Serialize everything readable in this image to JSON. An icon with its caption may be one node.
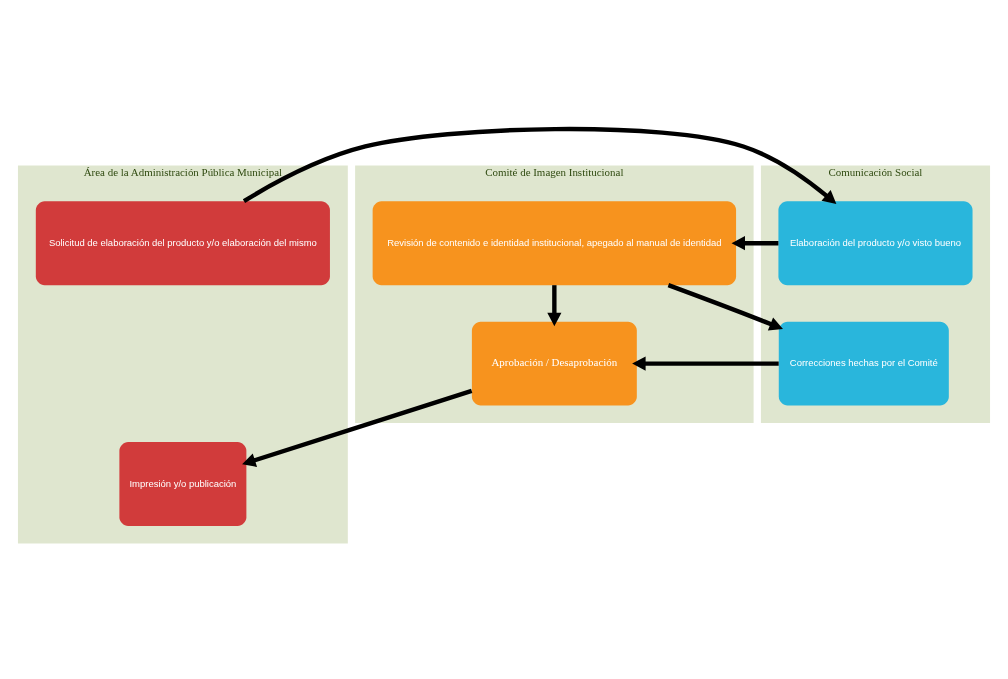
{
  "diagram": {
    "nodes": [
      {
        "text": [
          "Área de la Administración Pública Municipal"
        ]
      },
      {
        "text": [
          "Comunicación Social"
        ]
      },
      {
        "text": [
          "Comité de Imagen Institucional"
        ]
      },
      {
        "text": [
          "Solicitud de elaboración del producto y/o elaboración del mismo"
        ],
        "in": 0
      },
      {
        "text": [
          "Elaboración del producto y/o visto bueno"
        ],
        "in": 1
      },
      {
        "text": [
          "Revisión de contenido e identidad institucional, apegado al manual de identidad"
        ],
        "in": 2
      },
      {
        "text": [
          "Correcciones hechas por el Comité"
        ],
        "in": 1
      },
      {
        "text": [
          "Aprobación / Desaprobación"
        ],
        "in": 2
      },
      {
        "text": [
          "Impresión y/o publicación"
        ],
        "in": 0
      }
    ],
    "edges": [
      {
        "from": 3,
        "to": 4,
        "arrow": "to"
      },
      {
        "from": 4,
        "to": 5,
        "arrow": "to"
      },
      {
        "from": 5,
        "to": 6,
        "arrow": "to"
      },
      {
        "from": 5,
        "to": 7,
        "arrow": "to"
      },
      {
        "from": 6,
        "to": 7,
        "arrow": "to"
      },
      {
        "from": 7,
        "to": 8,
        "arrow": "to"
      }
    ]
  }
}
